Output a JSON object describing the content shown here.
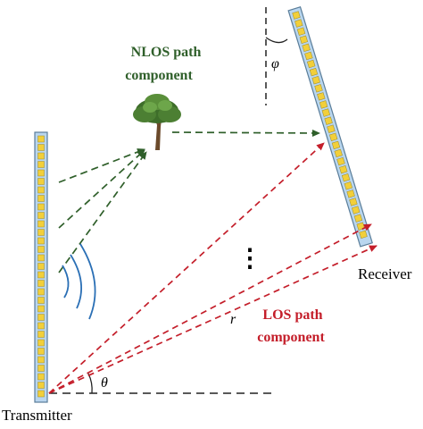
{
  "labels": {
    "nlos_line1": "NLOS path",
    "nlos_line2": "component",
    "los_line1": "LOS path",
    "los_line2": "component",
    "transmitter": "Transmitter",
    "receiver": "Receiver",
    "theta": "θ",
    "phi": "φ",
    "r": "r",
    "dots": "⋮"
  },
  "colors": {
    "nlos": "#2f5f2a",
    "los": "#c41e2a",
    "wave": "#2a6fb5",
    "array_fill": "#b9d6ef",
    "array_stroke": "#5a7d99",
    "element": "#f2cf3a",
    "element_stroke": "#9c8a2a",
    "reference": "#222222"
  }
}
